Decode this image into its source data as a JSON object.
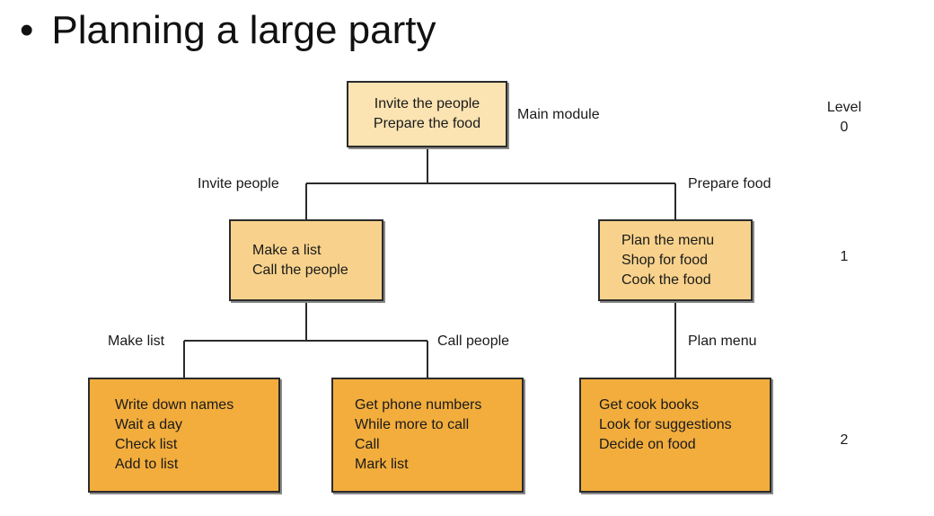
{
  "title": "Planning a large party",
  "colors": {
    "level0": "#fbe3b2",
    "level1": "#f8d28c",
    "level2": "#f2ad3d",
    "line": "#2b2b2b"
  },
  "level_header": "Level",
  "levels": [
    "0",
    "1",
    "2"
  ],
  "main": {
    "lines": [
      "Invite the people",
      "Prepare the food"
    ],
    "label": "Main module"
  },
  "branches": {
    "invite_people": "Invite people",
    "prepare_food": "Prepare food",
    "make_list": "Make list",
    "call_people": "Call people",
    "plan_menu": "Plan menu"
  },
  "invite_box": {
    "lines": [
      "Make a list",
      "Call the people"
    ]
  },
  "food_box": {
    "lines": [
      "Plan the menu",
      "Shop for food",
      "Cook the food"
    ]
  },
  "make_list_box": {
    "lines": [
      "Write down names",
      "Wait a day",
      "Check list",
      "Add to list"
    ]
  },
  "call_box": {
    "lines": [
      "Get phone numbers",
      "While more to call",
      "Call",
      "Mark list"
    ]
  },
  "menu_box": {
    "lines": [
      "Get cook books",
      "Look for suggestions",
      "Decide on food"
    ]
  }
}
